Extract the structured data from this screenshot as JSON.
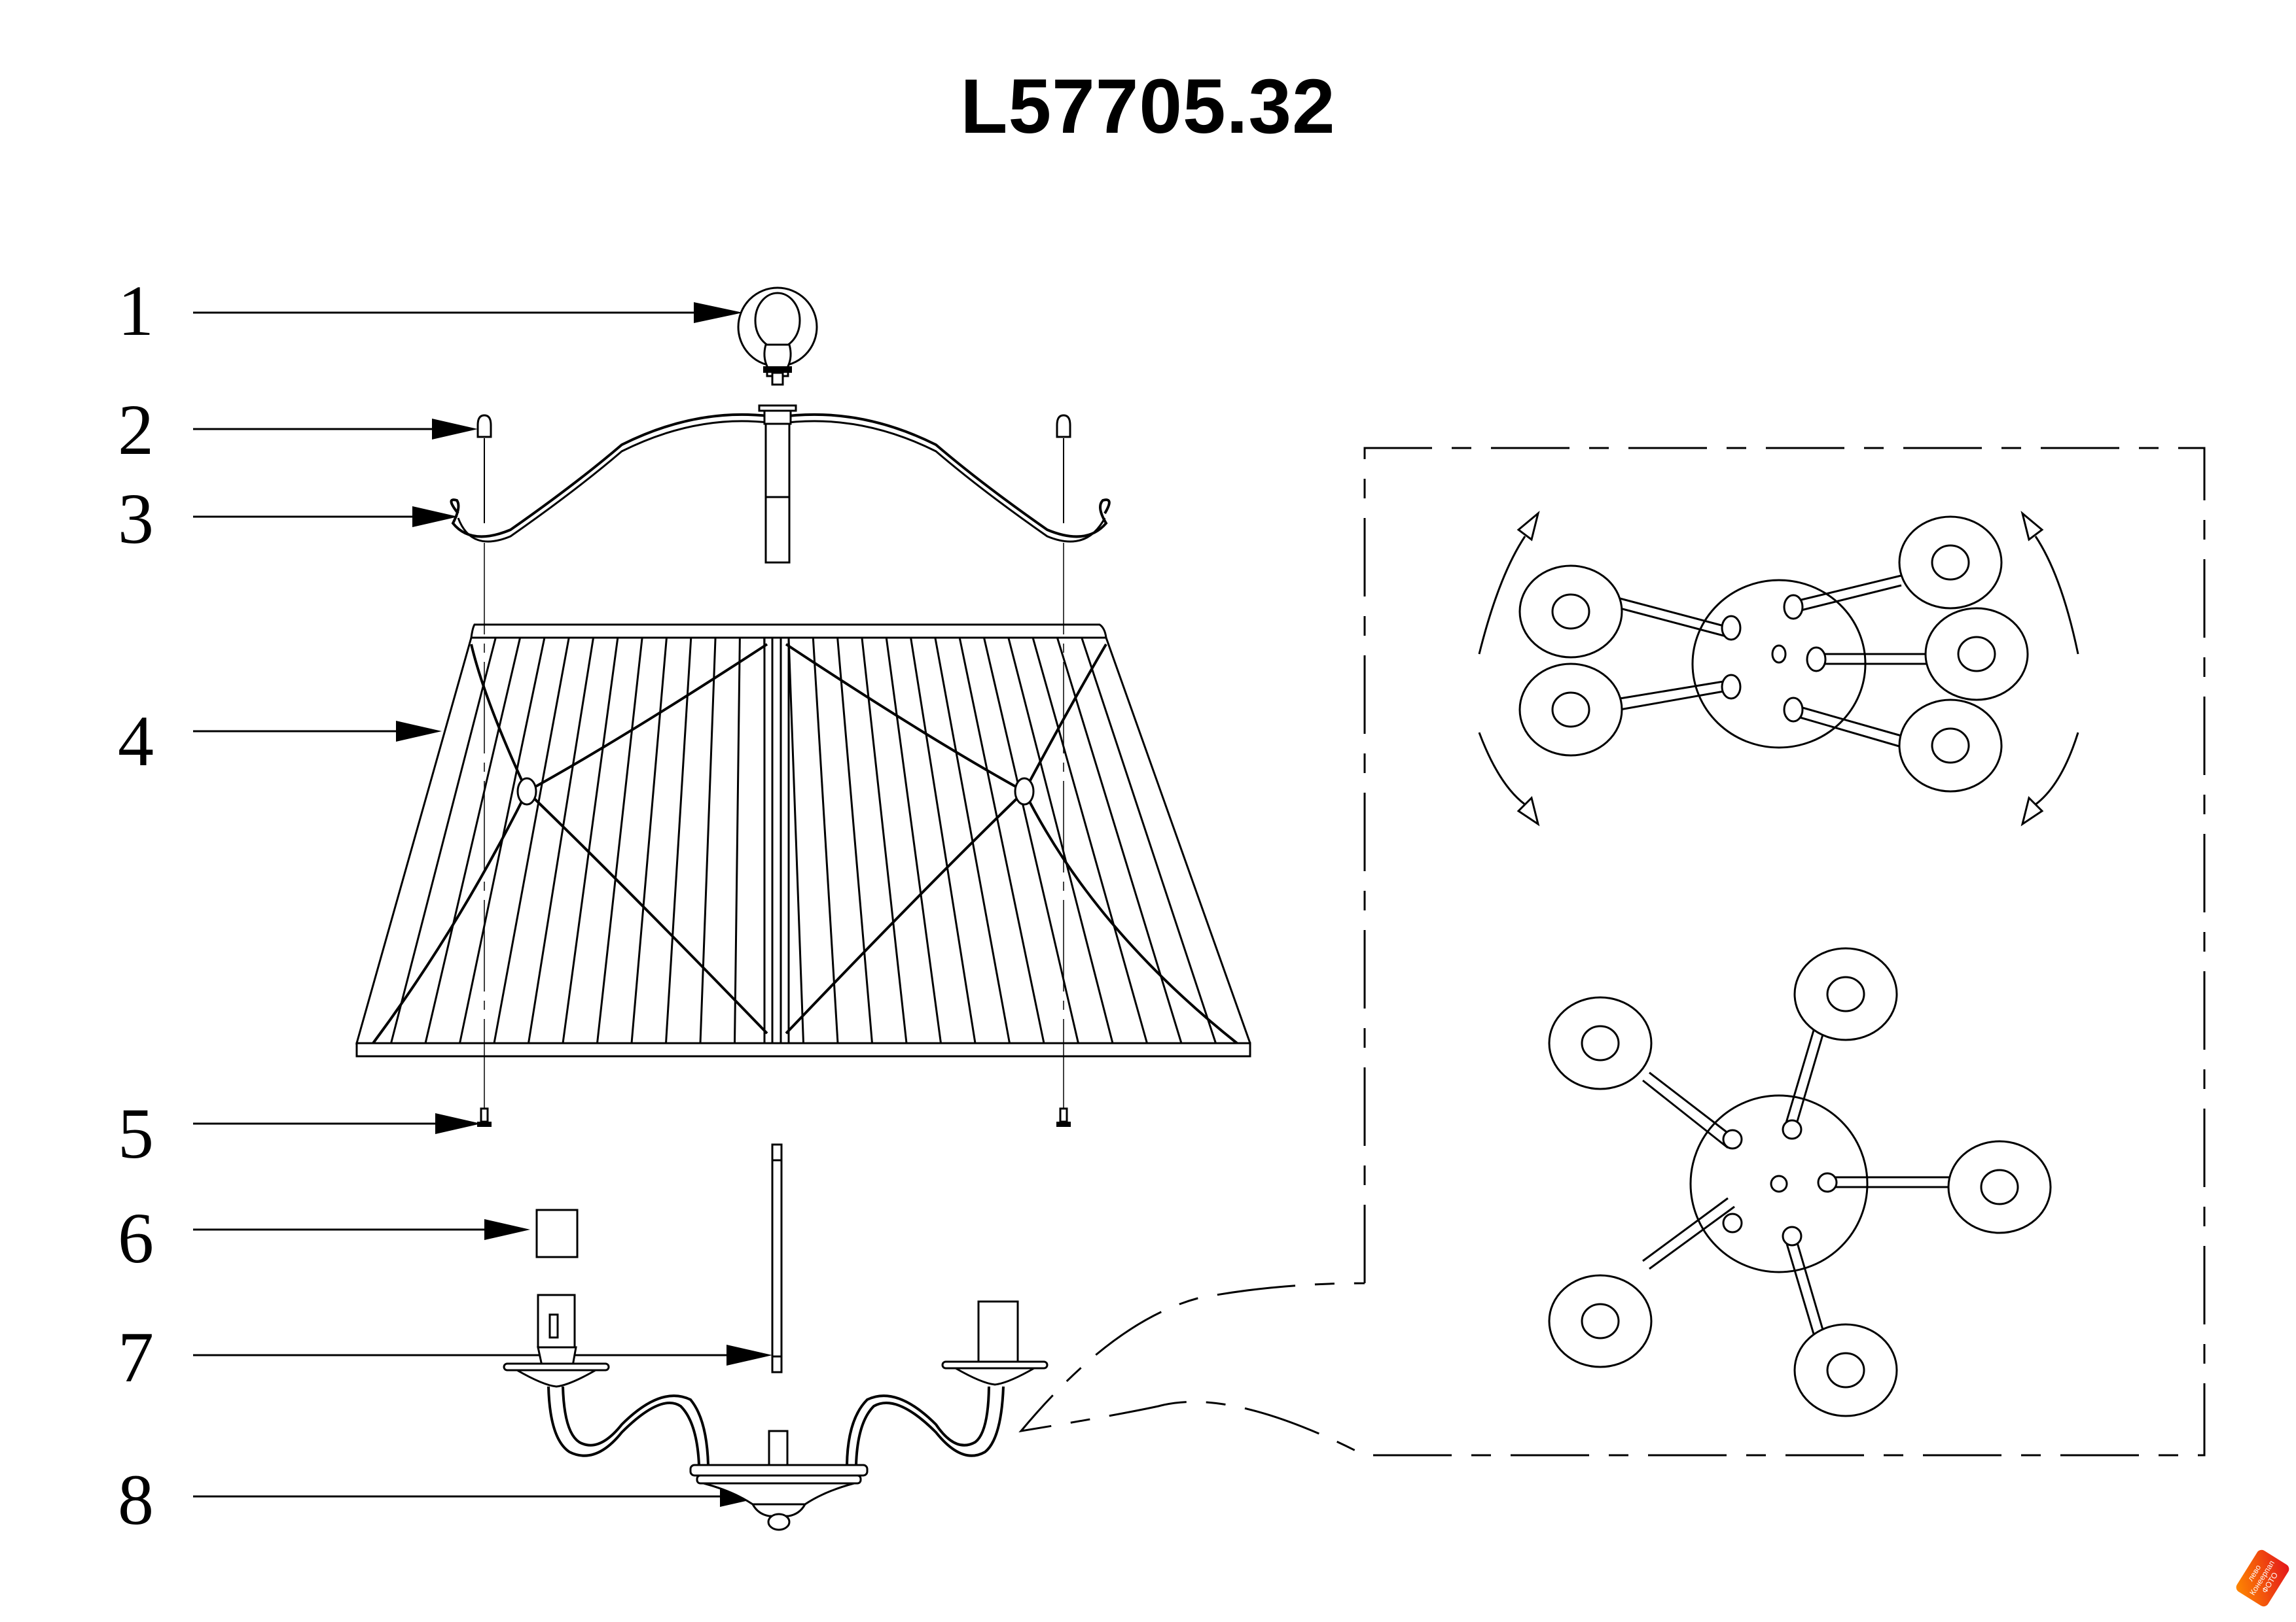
{
  "document": {
    "title": "L57705.32",
    "type": "exploded assembly diagram",
    "subject": "chandelier"
  },
  "callouts": [
    {
      "number": "1",
      "part": "ceiling hook ring"
    },
    {
      "number": "2",
      "part": "finial cap"
    },
    {
      "number": "3",
      "part": "curved shade support arm"
    },
    {
      "number": "4",
      "part": "pleated lamp shade"
    },
    {
      "number": "5",
      "part": "fixing screw"
    },
    {
      "number": "6",
      "part": "candle sleeve"
    },
    {
      "number": "7",
      "part": "central rod"
    },
    {
      "number": "8",
      "part": "body with arms"
    }
  ],
  "detail_view": {
    "upper_configuration": {
      "arms": 5,
      "shows_rotation_arrows": true
    },
    "lower_configuration": {
      "arms": 5,
      "shows_rotation_arrows": false
    }
  },
  "watermark": {
    "line1": "ФОТО",
    "line2": "Конеерпап",
    "line3": "лево",
    "color_start": "#ff8a00",
    "color_end": "#e3141b"
  }
}
